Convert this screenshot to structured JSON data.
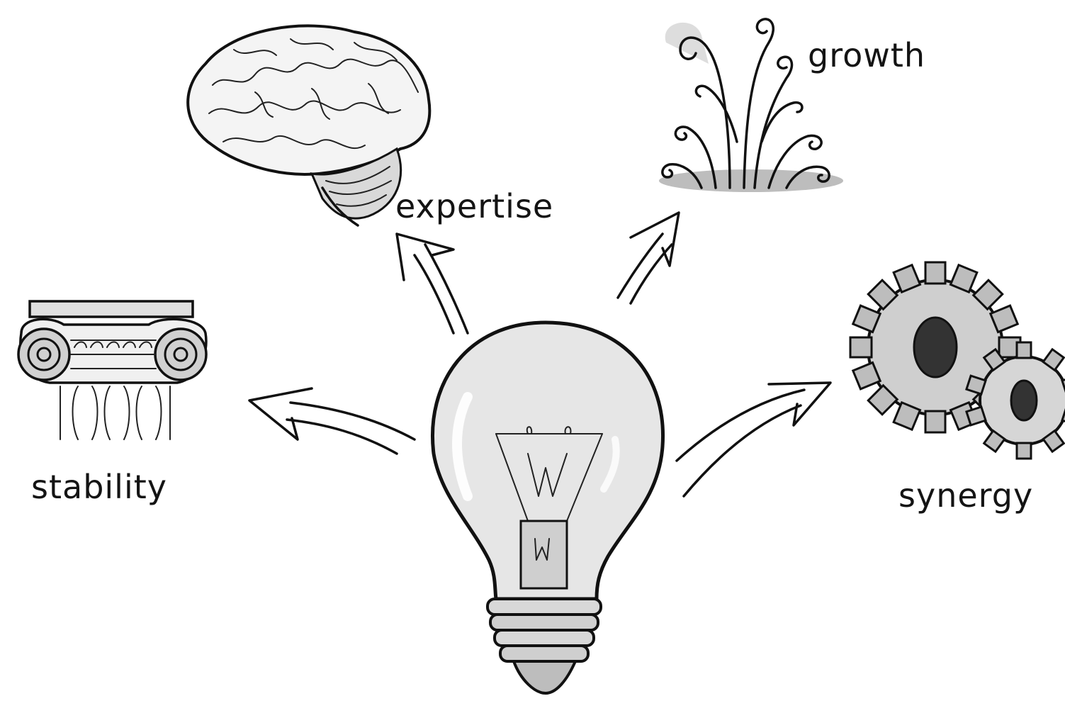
{
  "concepts": {
    "expertise": {
      "label": "expertise",
      "icon": "brain-icon"
    },
    "growth": {
      "label": "growth",
      "icon": "sprouts-icon"
    },
    "stability": {
      "label": "stability",
      "icon": "column-icon"
    },
    "synergy": {
      "label": "synergy",
      "icon": "gears-icon"
    }
  },
  "center_icon": "lightbulb-icon",
  "colors": {
    "ink": "#111111",
    "shade": "#bdbdbd",
    "background": "#ffffff"
  }
}
